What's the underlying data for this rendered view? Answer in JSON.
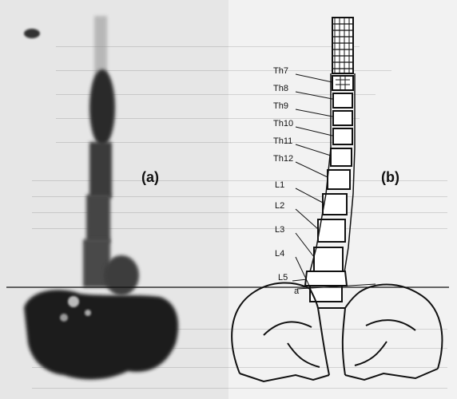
{
  "panels": {
    "a": {
      "label": "(a)"
    },
    "b": {
      "label": "(b)"
    }
  },
  "vertebrae": {
    "thoracic": [
      "Th7",
      "Th8",
      "Th9",
      "Th10",
      "Th11",
      "Th12"
    ],
    "lumbar": [
      "L1",
      "L2",
      "L3",
      "L4",
      "L5"
    ]
  },
  "baseline_label": "a"
}
